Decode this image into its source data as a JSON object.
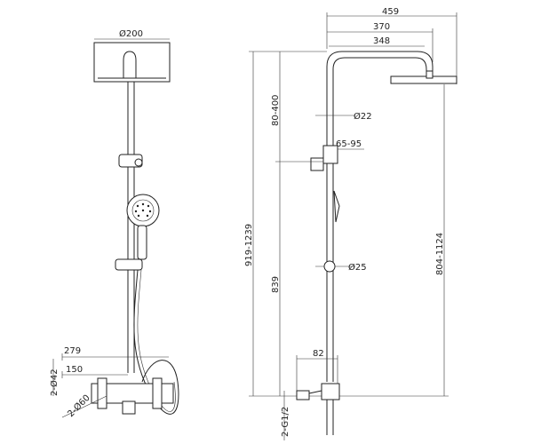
{
  "front_view": {
    "head_diameter": "Ø200",
    "dim_279": "279",
    "dim_150": "150",
    "dim_2_phi42": "2-Ø42",
    "dim_2_phi60": "2-Ø60"
  },
  "side_view": {
    "dim_459": "459",
    "dim_370": "370",
    "dim_348": "348",
    "dim_phi22": "Ø22",
    "dim_65_95": "65-95",
    "dim_phi25": "Ø25",
    "dim_80_400": "80-400",
    "dim_919_1239": "919-1239",
    "dim_839": "839",
    "dim_804_1124": "804-1124",
    "dim_82": "82",
    "dim_2_g1_2": "2-G1/2"
  }
}
